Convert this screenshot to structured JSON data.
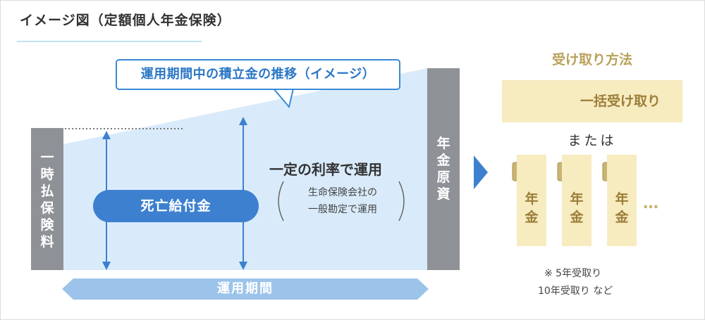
{
  "header": {
    "title": "イメージ図（定額個人年金保険）"
  },
  "diagram": {
    "callout": "運用期間中の積立金の推移（イメージ）",
    "premium_label": [
      "一",
      "時",
      "払",
      "保",
      "険",
      "料"
    ],
    "principal_label": [
      "年",
      "金",
      "原",
      "資"
    ],
    "death_benefit": "死亡給付金",
    "usage_title": "一定の利率で運用",
    "usage_note_line1": "生命保険会社の",
    "usage_note_line2": "一般勘定で運用",
    "period_label": "運用期間"
  },
  "receipt": {
    "title": "受け取り方法",
    "lump_sum": "一括受け取り",
    "or": "または",
    "annuity_label": [
      "年",
      "金"
    ],
    "dots": "…",
    "note1": "※ 5年受取り",
    "note2": "10年受取り など"
  },
  "colors": {
    "accent": "#3d80cf",
    "area": "#d9ebfb",
    "period_bar": "#9cc4ea",
    "gray_bar": "#8e9196",
    "gold": "#f7ebc0",
    "gold_text": "#9c7e39"
  }
}
